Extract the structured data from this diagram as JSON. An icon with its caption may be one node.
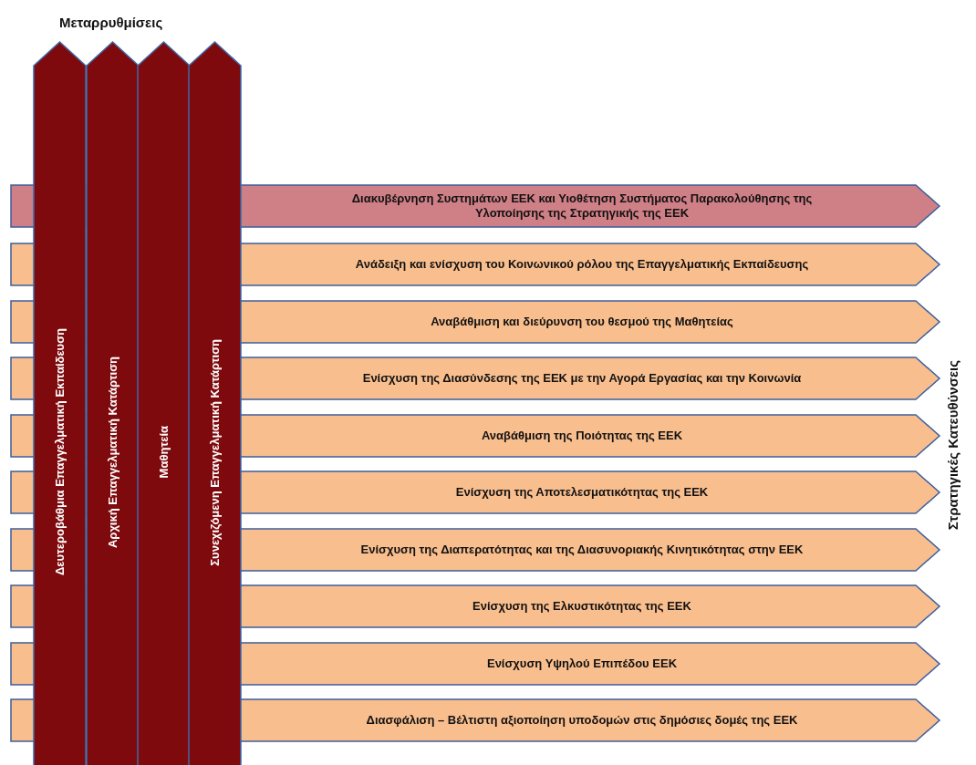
{
  "diagram": {
    "nodes": [
      {
        "text": [
          "Δευτεροβάθμια Επαγγελματική Εκπαίδευση"
        ]
      },
      {
        "text": [
          "Αρχική Επαγγελματική Κατάρτιση"
        ]
      },
      {
        "text": [
          "Μαθητεία"
        ]
      },
      {
        "text": [
          "Συνεχιζόμενη Επαγγελματική Κατάρτιση"
        ]
      },
      {
        "text": [
          "Διακυβέρνηση Συστημάτων ΕΕΚ και Υιοθέτηση Συστήματος Παρακολούθησης της Υλοποίησης της Στρατηγικής της ΕΕΚ"
        ]
      },
      {
        "text": [
          "Ανάδειξη και ενίσχυση του Κοινωνικού ρόλου της Επαγγελματικής Εκπαίδευσης"
        ]
      },
      {
        "text": [
          "Αναβάθμιση και διεύρυνση του θεσμού της Μαθητείας"
        ]
      },
      {
        "text": [
          "Ενίσχυση της Διασύνδεσης της ΕΕΚ με την Αγορά Εργασίας και την Κοινωνία"
        ]
      },
      {
        "text": [
          "Αναβάθμιση της Ποιότητας της ΕΕΚ"
        ]
      },
      {
        "text": [
          "Ενίσχυση της Αποτελεσματικότητας της ΕΕΚ"
        ]
      },
      {
        "text": [
          "Ενίσχυση της Διαπερατότητας και της Διασυνοριακής Κινητικότητας στην ΕΕΚ"
        ]
      },
      {
        "text": [
          "Ενίσχυση της Ελκυστικότητας της ΕΕΚ"
        ]
      },
      {
        "text": [
          "Ενίσχυση Υψηλού Επιπέδου ΕΕΚ"
        ]
      },
      {
        "text": [
          "Διασφάλιση – Βέλτιστη αξιοποίηση υποδομών στις δημόσιες δομές της ΕΕΚ"
        ]
      }
    ],
    "edges": [],
    "labels": [
      "Μεταρρυθμίσεις",
      "Στρατηγικές Κατευθύνσεις"
    ]
  }
}
